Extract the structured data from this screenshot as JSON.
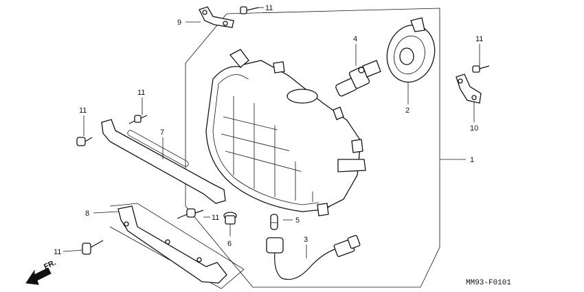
{
  "diagram": {
    "callouts": [
      "1",
      "2",
      "3",
      "4",
      "5",
      "6",
      "7",
      "8",
      "9",
      "10",
      "11",
      "11",
      "11",
      "11",
      "11",
      "11"
    ],
    "direction_label": "FR.",
    "drawing_code": "MM93-F0101"
  }
}
